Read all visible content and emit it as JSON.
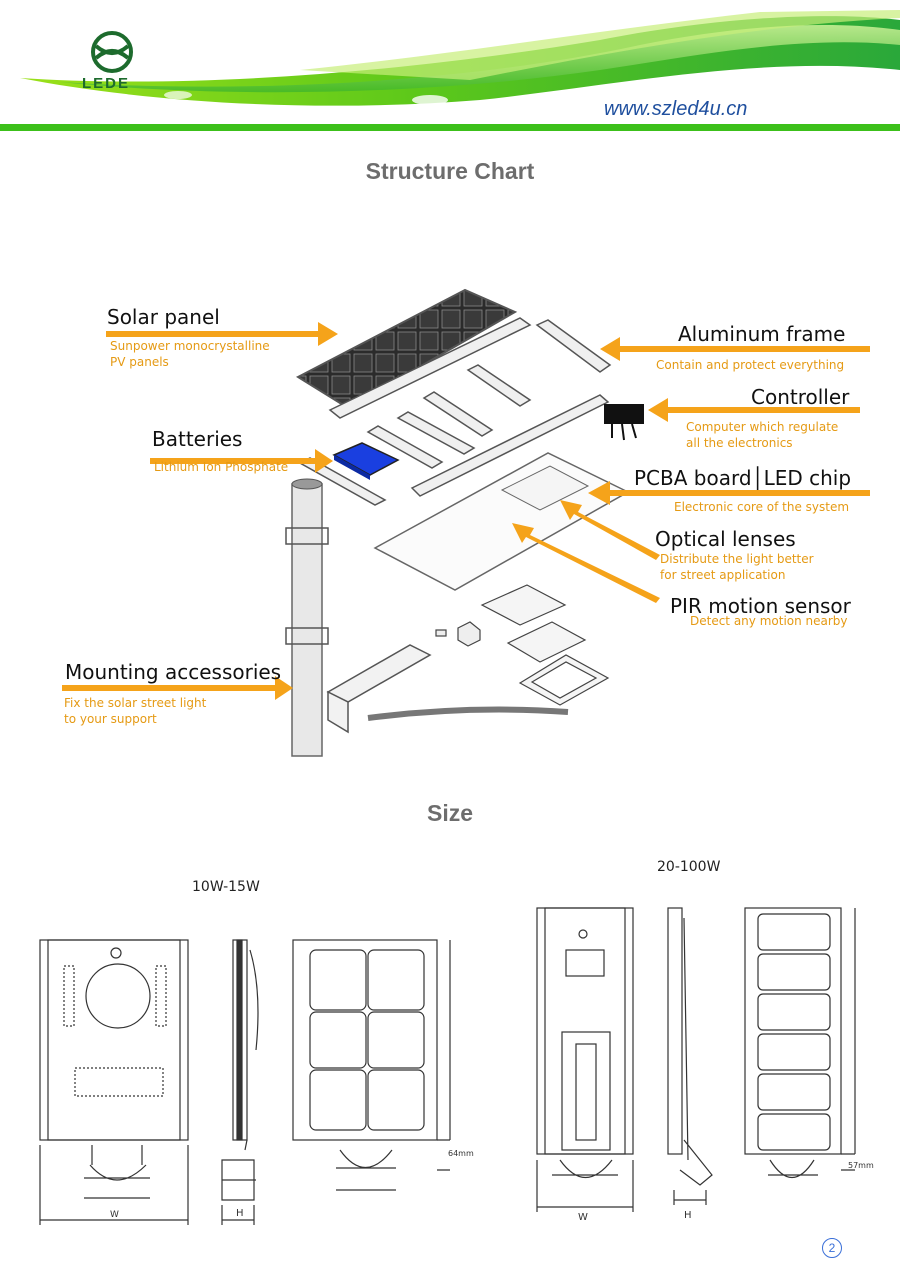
{
  "header": {
    "logo_text": "LEDE",
    "website": "www.szled4u.cn",
    "colors": {
      "green": "#3cc01a",
      "accent_orange": "#f5a31a",
      "website_blue": "#1f4f9e"
    }
  },
  "structure_chart": {
    "title": "Structure Chart",
    "components": [
      {
        "name": "Solar panel",
        "description": [
          "Sunpower monocrystalline",
          "PV panels"
        ]
      },
      {
        "name": "Batteries",
        "description": [
          "Lithium Ion Phosphate"
        ]
      },
      {
        "name": "Mounting accessories",
        "description": [
          "Fix the solar street light",
          "to your support"
        ]
      },
      {
        "name": "Aluminum frame",
        "description": [
          "Contain and protect everything"
        ]
      },
      {
        "name": "Controller",
        "description": [
          "Computer which regulate",
          "all the electronics"
        ]
      },
      {
        "name": "PCBA board│LED chip",
        "description": [
          "Electronic core of the system"
        ]
      },
      {
        "name": "Optical lenses",
        "description": [
          "Distribute the light better",
          "for street application"
        ]
      },
      {
        "name": "PIR motion sensor",
        "description": [
          "Detect any motion nearby"
        ]
      }
    ]
  },
  "size": {
    "title": "Size",
    "models": [
      {
        "label": "10W-15W",
        "dim_labels": {
          "width": "W",
          "height": "H",
          "mount": "64mm"
        }
      },
      {
        "label": "20-100W",
        "dim_labels": {
          "width": "W",
          "height": "H",
          "mount": "57mm"
        }
      }
    ]
  },
  "page_number": "2"
}
